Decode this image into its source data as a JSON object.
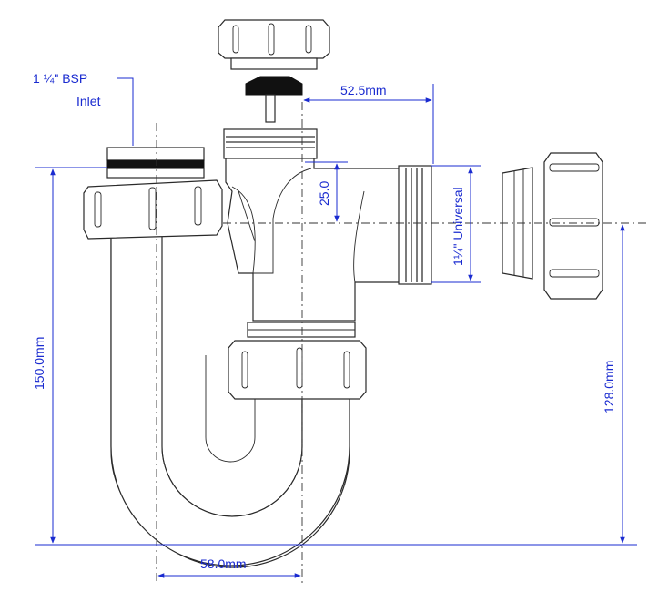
{
  "labels": {
    "inlet_line1": "1 ¼\" BSP",
    "inlet_line2": "Inlet",
    "dim_top": "52.5mm",
    "dim_seal": "25.0",
    "dim_outlet": "1¼\" Universal",
    "dim_height_left": "150.0mm",
    "dim_height_right": "128.0mm",
    "dim_width": "58.0mm"
  },
  "colors": {
    "dimension": "#1a2bd0",
    "outline": "#2a2a2a",
    "seal": "#111111"
  }
}
